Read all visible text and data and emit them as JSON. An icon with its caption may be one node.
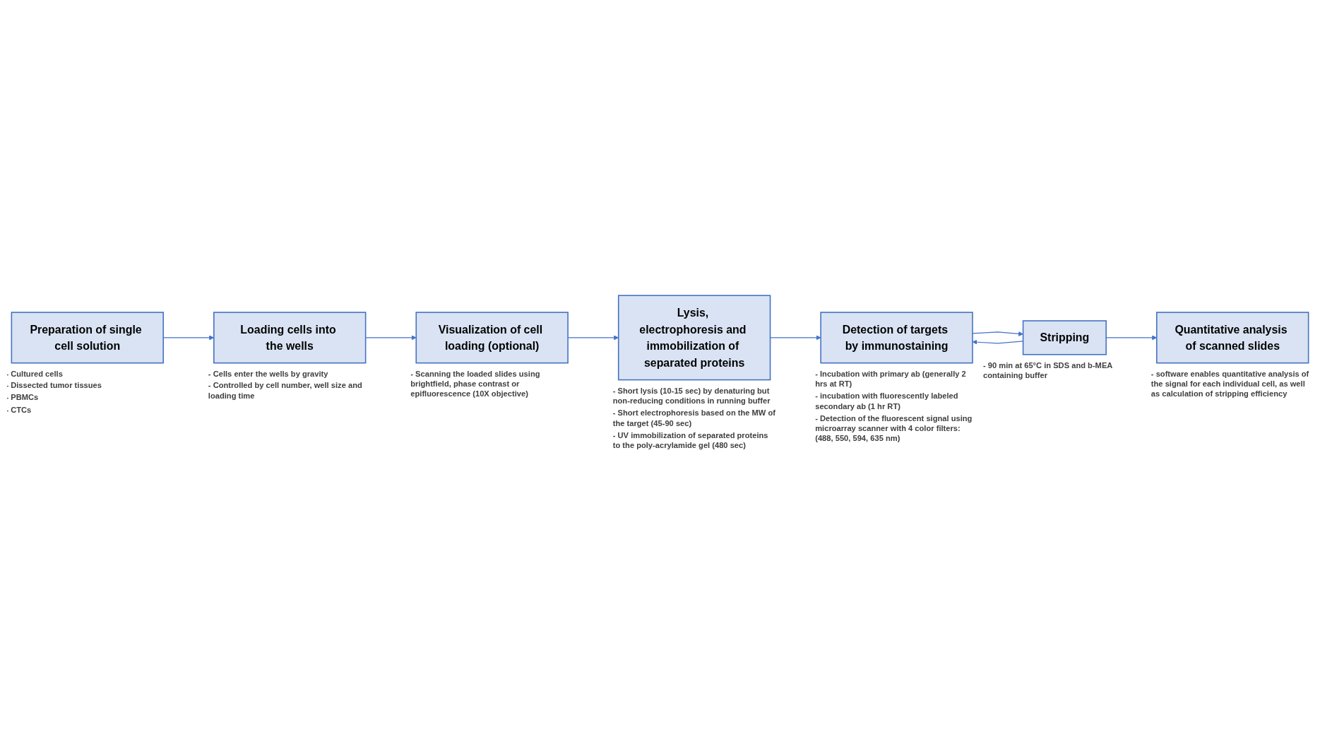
{
  "diagram": {
    "nodes": [
      {
        "text": [
          "Preparation of single cell solution"
        ],
        "beside": [
          "- Cultured cells",
          "- Dissected tumor tissues",
          "- PBMCs",
          "- CTCs"
        ]
      },
      {
        "text": [
          "Loading cells into the wells"
        ],
        "beside": [
          "- Cells enter the wells by gravity",
          "- Controlled by cell number, well size and loading time"
        ]
      },
      {
        "text": [
          "Visualization of cell loading (optional)"
        ],
        "beside": [
          "- Scanning the loaded slides using brightfield, phase contrast or epifluorescence (10X objective)"
        ]
      },
      {
        "text": [
          "Lysis, electrophoresis and immobilization of separated proteins"
        ],
        "beside": [
          "- Short lysis (10-15 sec) by denaturing but non-reducing conditions in running buffer",
          "- Short electrophoresis based on the MW of the target (45-90 sec)",
          "- UV immobilization of separated proteins to the poly-acrylamide gel (480 sec)"
        ]
      },
      {
        "text": [
          "Detection of targets by immunostaining"
        ],
        "beside": [
          "- Incubation with primary ab (generally 2 hrs at RT)",
          "- incubation with fluorescently labeled secondary ab (1 hr RT)",
          "- Detection of the fluorescent signal using microarray scanner with 4 color filters: (488, 550, 594, 635 nm)"
        ]
      },
      {
        "text": [
          "Stripping"
        ],
        "beside": [
          "- 90 min at 65°C in SDS and b-MEA containing buffer"
        ]
      },
      {
        "text": [
          "Quantitative analysis of scanned slides"
        ],
        "beside": [
          "- software enables quantitative analysis of the signal for each individual cell, as well as calculation of stripping efficiency"
        ]
      }
    ],
    "edges": [
      {
        "from": 0,
        "to": 1,
        "arrow": "to"
      },
      {
        "from": 1,
        "to": 2,
        "arrow": "to"
      },
      {
        "from": 2,
        "to": 3,
        "arrow": "to"
      },
      {
        "from": 3,
        "to": 4,
        "arrow": "to"
      },
      {
        "from": 4,
        "to": 5,
        "arrow": "to"
      },
      {
        "from": 5,
        "to": 6,
        "arrow": "to"
      },
      {
        "from": 5,
        "to": 4,
        "arrow": "to"
      }
    ]
  }
}
